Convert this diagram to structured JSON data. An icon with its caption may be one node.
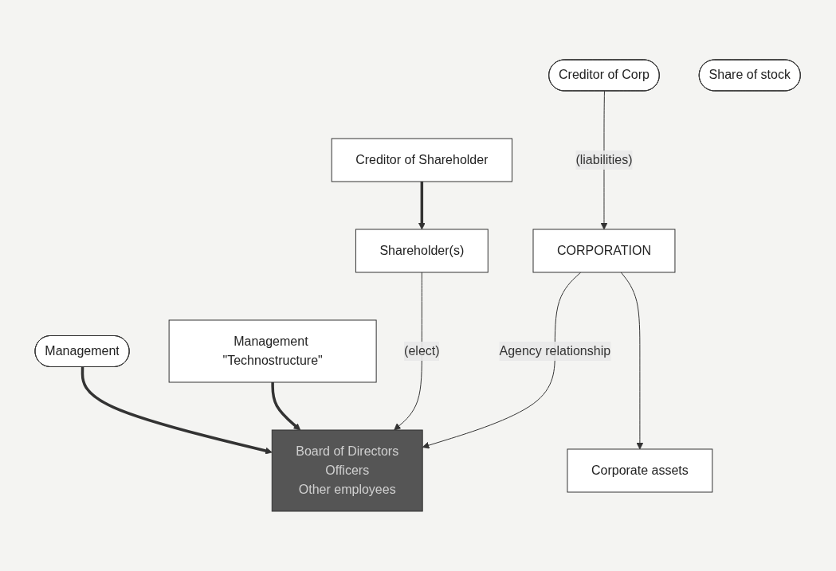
{
  "diagram": {
    "nodes": [
      {
        "text": [
          "Creditor of Corp"
        ]
      },
      {
        "text": [
          "Share of stock"
        ]
      },
      {
        "text": [
          "Shareholder(s)"
        ]
      },
      {
        "text": [
          "Creditor of Shareholder"
        ]
      },
      {
        "text": [
          "CORPORATION"
        ]
      },
      {
        "text": [
          "Management"
        ]
      },
      {
        "text": [
          "Corporate assets"
        ]
      },
      {
        "text": [
          "Board of Directors",
          "Officers",
          "Other employees"
        ]
      },
      {
        "text": [
          "Management \"Technostructure\""
        ]
      }
    ],
    "edges": [
      {
        "from": 0,
        "to": 4,
        "label": "(liabilities)",
        "arrow": "to"
      },
      {
        "from": 3,
        "to": 2,
        "arrow": "to",
        "style": "thick"
      },
      {
        "from": 2,
        "to": 7,
        "label": "(elect)",
        "arrow": "to"
      },
      {
        "from": 4,
        "to": 6,
        "arrow": "to"
      },
      {
        "from": 4,
        "to": 7,
        "label": "Agency relationship",
        "arrow": "to"
      },
      {
        "from": 5,
        "to": 7,
        "arrow": "to",
        "style": "thick"
      },
      {
        "from": 8,
        "to": 7,
        "arrow": "to",
        "style": "thick"
      }
    ]
  }
}
